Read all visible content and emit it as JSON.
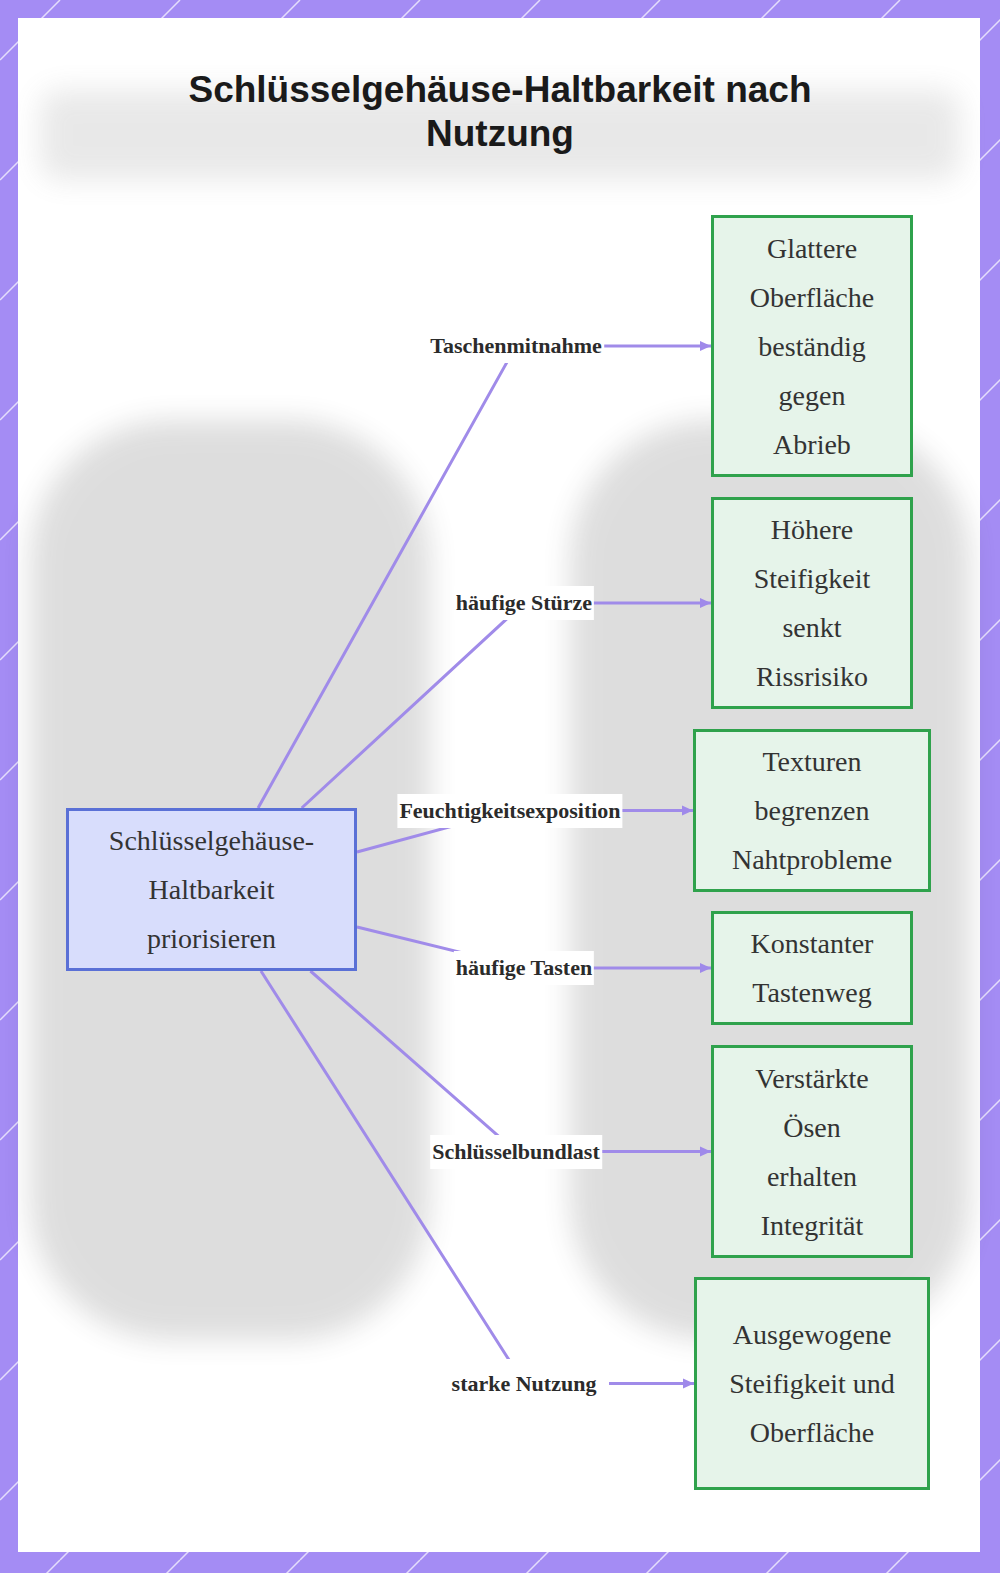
{
  "diagram": {
    "title": "Schlüsselgehäuse-Haltbarkeit nach Nutzung",
    "nodes": [
      {
        "text": [
          "Schlüsselgehäuse-Haltbarkeit priorisieren"
        ]
      },
      {
        "text": [
          "Glattere Oberfläche beständig gegen Abrieb"
        ]
      },
      {
        "text": [
          "Höhere Steifigkeit senkt Rissrisiko"
        ]
      },
      {
        "text": [
          "Texturen begrenzen Nahtprobleme"
        ]
      },
      {
        "text": [
          "Konstanter Tastenweg"
        ]
      },
      {
        "text": [
          "Verstärkte Ösen erhalten Integrität"
        ]
      },
      {
        "text": [
          "Ausgewogene Steifigkeit und Oberfläche"
        ]
      }
    ],
    "edges": [
      {
        "from": 0,
        "to": 1,
        "arrow": "to",
        "label": "Taschenmitnahme"
      },
      {
        "from": 0,
        "to": 2,
        "arrow": "to",
        "label": "häufige Stürze"
      },
      {
        "from": 0,
        "to": 3,
        "arrow": "to",
        "label": "Feuchtigkeitsexposition"
      },
      {
        "from": 0,
        "to": 4,
        "arrow": "to",
        "label": "häufige Tasten"
      },
      {
        "from": 0,
        "to": 5,
        "arrow": "to",
        "label": "Schlüsselbundlast"
      },
      {
        "from": 0,
        "to": 6,
        "arrow": "to",
        "label": "starke Nutzung"
      }
    ]
  }
}
